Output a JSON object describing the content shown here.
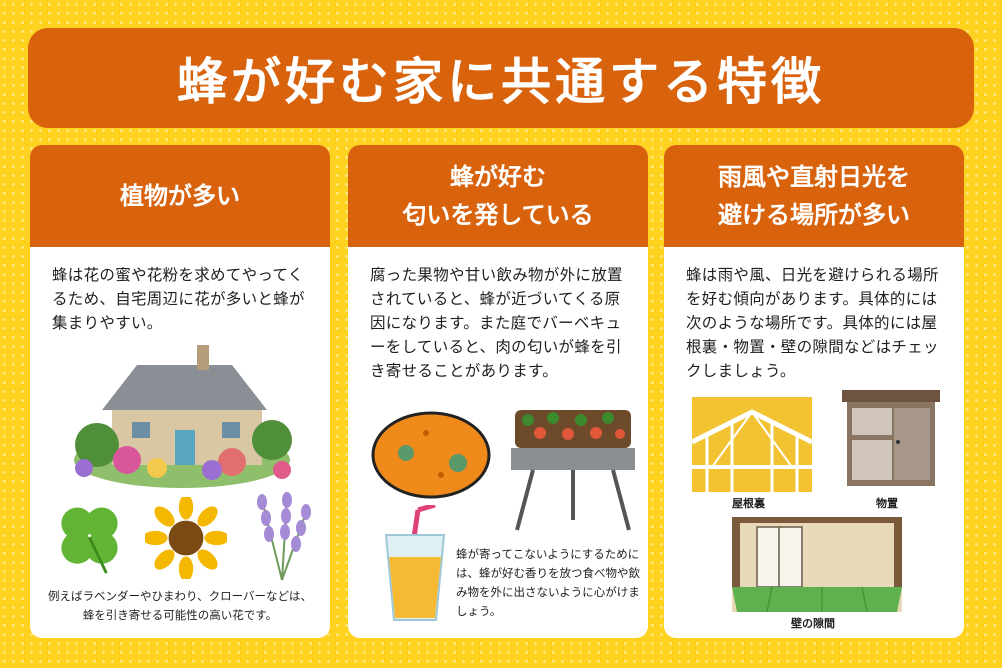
{
  "title": "蜂が好む家に共通する特徴",
  "cards": [
    {
      "heading": "植物が多い",
      "body": "蜂は花の蜜や花粉を求めてやってくるため、自宅周辺に花が多いと蜂が集まりやすい。",
      "caption_line1": "例えばラベンダーやひまわり、クローバーなどは、",
      "caption_line2": "蜂を引き寄せる可能性の高い花です。"
    },
    {
      "heading_line1": "蜂が好む",
      "heading_line2": "匂いを発している",
      "body": "腐った果物や甘い飲み物が外に放置されていると、蜂が近づいてくる原因になります。また庭でバーベキューをしていると、肉の匂いが蜂を引き寄せることがあります。",
      "caption": "蜂が寄ってこないようにするためには、蜂が好む香りを放つ食べ物や飲み物を外に出さないように心がけましょう。"
    },
    {
      "heading_line1": "雨風や直射日光を",
      "heading_line2": "避ける場所が多い",
      "body": "蜂は雨や風、日光を避けられる場所を好む傾向があります。具体的には次のような場所です。具体的には屋根裏・物置・壁の隙間などはチェックしましょう。",
      "labels": [
        "屋根裏",
        "物置",
        "壁の隙間"
      ]
    }
  ]
}
